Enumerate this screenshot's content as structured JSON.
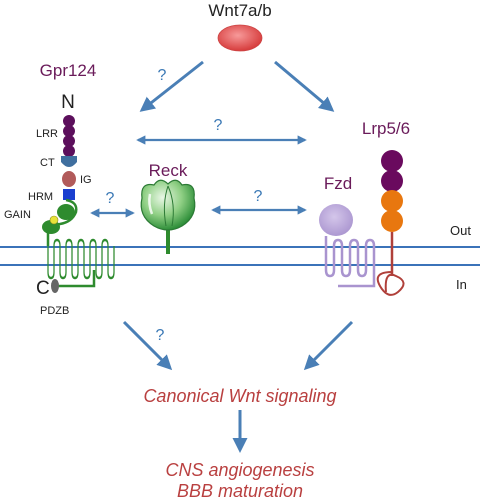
{
  "labels": {
    "wnt": "Wnt7a/b",
    "gpr124": "Gpr124",
    "n_term": "N",
    "c_term": "C",
    "lrr": "LRR",
    "ct": "CT",
    "ig": "IG",
    "hrm": "HRM",
    "gain": "GAIN",
    "pdzb": "PDZB",
    "reck": "Reck",
    "fzd": "Fzd",
    "lrp": "Lrp5/6",
    "out": "Out",
    "in": "In"
  },
  "questions": {
    "q1": "?",
    "q2": "?",
    "q3": "?",
    "q4": "?",
    "q5": "?"
  },
  "outcomes": {
    "canonical": "Canonical Wnt signaling",
    "line1": "CNS angiogenesis",
    "line2": "BBB maturation"
  },
  "colors": {
    "arrow_blue": "#4a7fb6",
    "membrane_blue": "#3b73b9",
    "gpr_green": "#2e8b2e",
    "lrr_purple": "#5c0f5c",
    "ct_blue": "#3f6f9f",
    "ig_red": "#b15a5a",
    "hrm_blue": "#1a3fcf",
    "gain_yellow": "#e8e23a",
    "reck_green": "#3aa64a",
    "fzd_lilac": "#b8a4d6",
    "lrp_purple": "#6a0a5e",
    "lrp_orange": "#e8770f",
    "lrp_tm_red": "#b0403a",
    "wnt_red": "#e05a5a",
    "outcome_red": "#b94040"
  }
}
